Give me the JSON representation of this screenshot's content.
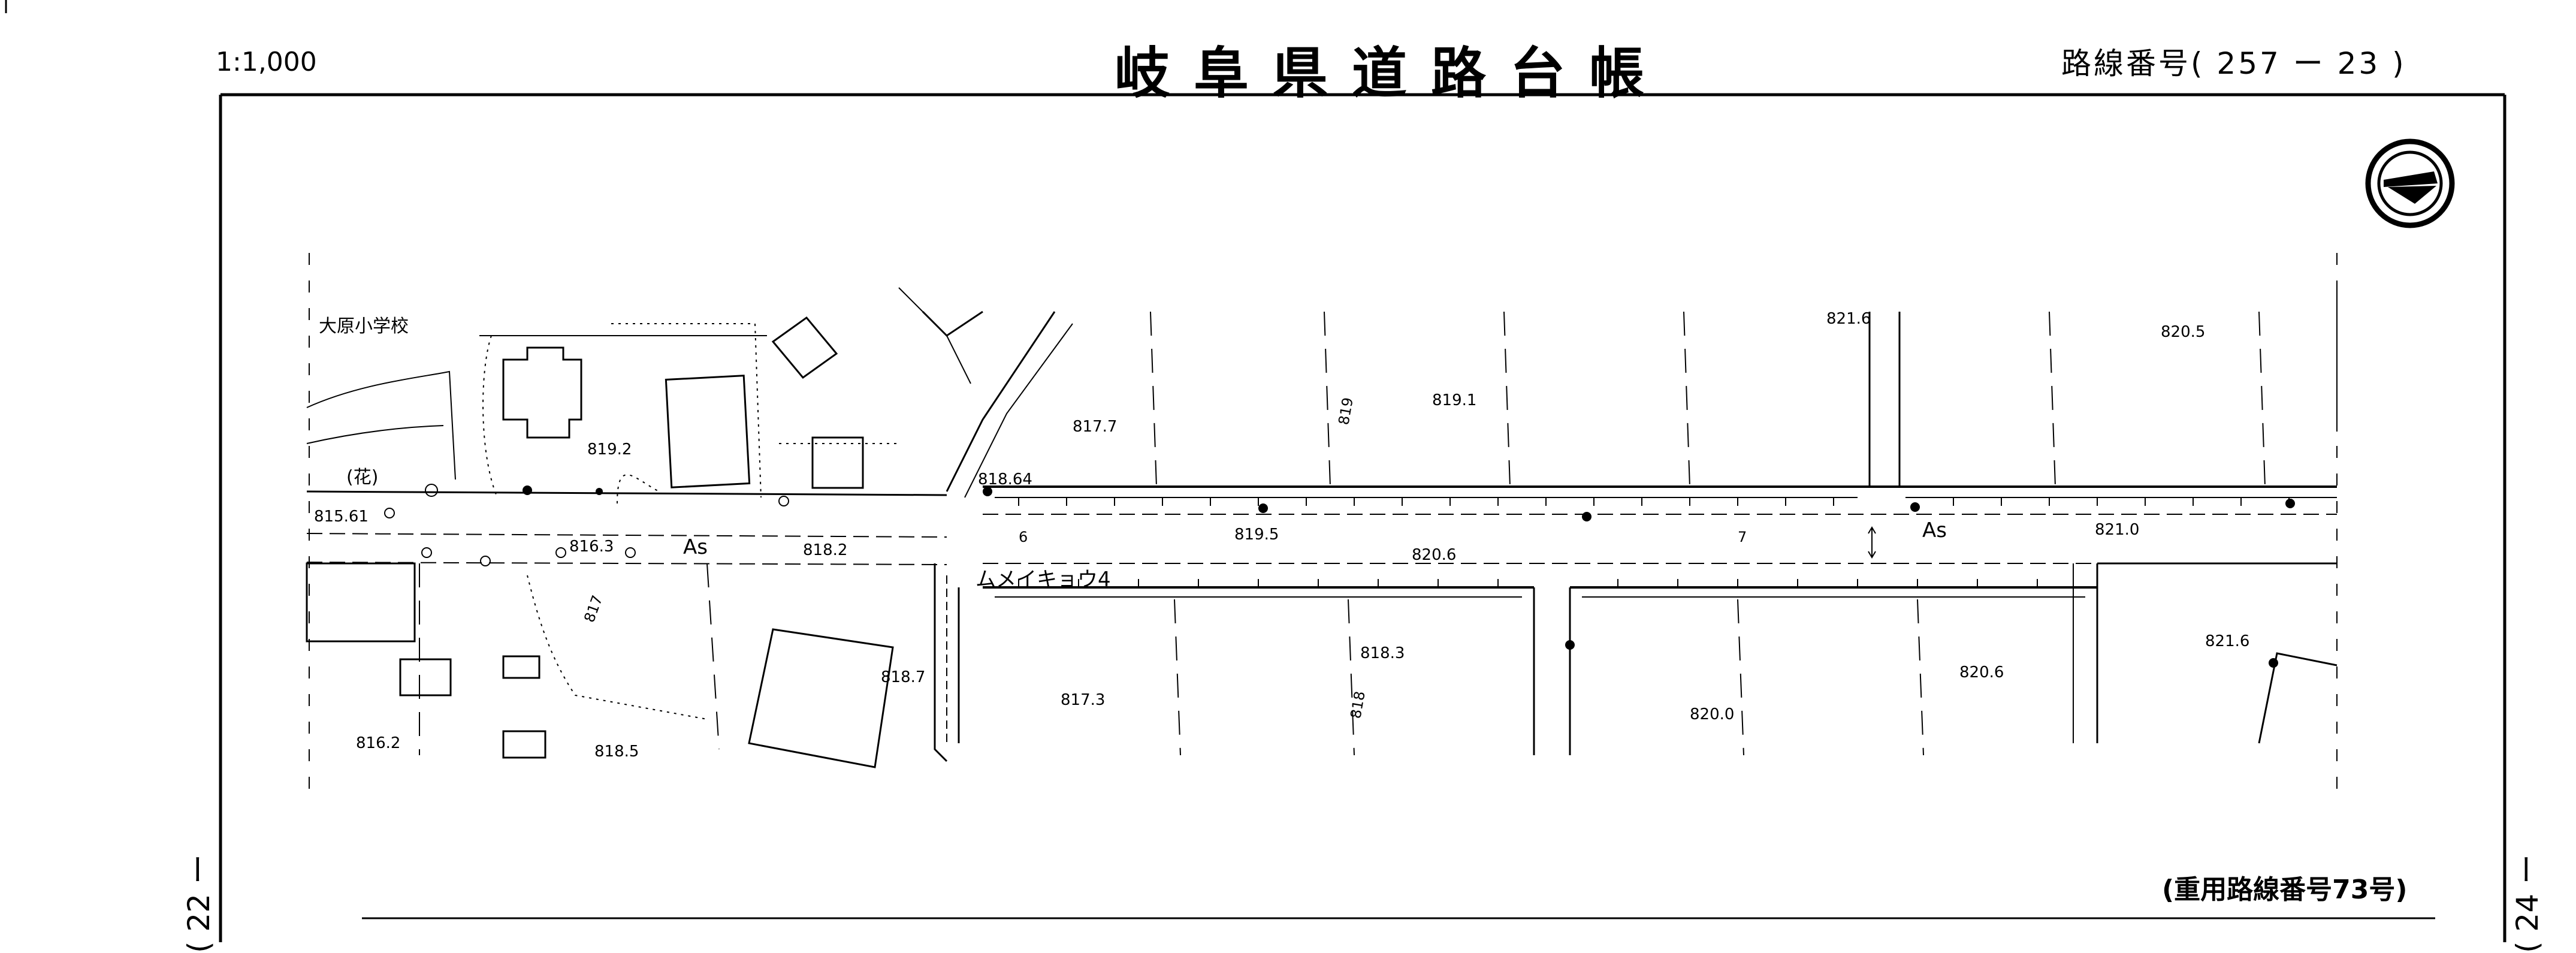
{
  "header": {
    "scale": "1:1,000",
    "title": "岐阜県道路台帳",
    "route_number": "路線番号( 257 ー 23 )"
  },
  "side_pages": {
    "previous": "( 22 ー",
    "next": "( 24 ー"
  },
  "footer_note": "(重用路線番号73号)",
  "map": {
    "school": "大原小学校",
    "flower": "(花)",
    "surface_label_left": "As",
    "surface_label_right": "As",
    "road_name": "ムメイキョウ4",
    "contour_817": "817",
    "contour_818": "818",
    "contour_819": "819",
    "section_6": "6",
    "section_7": "7",
    "elevations": {
      "e815_61": "815.61",
      "e816_3": "816.3",
      "e818_2": "818.2",
      "e818_64": "818.64",
      "e819_2": "819.2",
      "e817_7": "817.7",
      "e819_1": "819.1",
      "e821_6_top": "821.6",
      "e820_5": "820.5",
      "e819_5": "819.5",
      "e820_6_road": "820.6",
      "e821_0": "821.0",
      "e816_2": "816.2",
      "e818_5": "818.5",
      "e818_7": "818.7",
      "e817_3": "817.3",
      "e818_3": "818.3",
      "e820_0": "820.0",
      "e820_6_lower": "820.6",
      "e821_6_right": "821.6"
    }
  }
}
